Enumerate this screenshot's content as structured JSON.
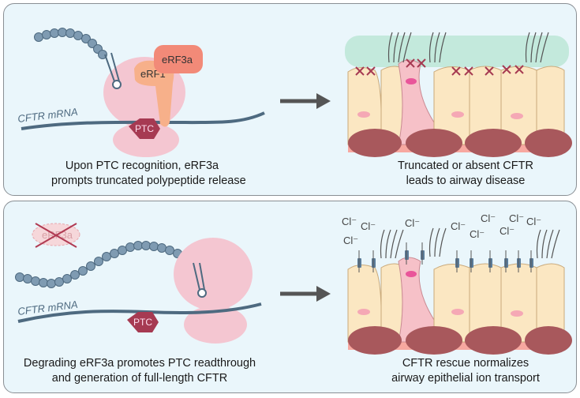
{
  "top_panel": {
    "mrna_label": "CFTR mRNA",
    "ptc_label": "PTC",
    "erf1_label": "eRF1",
    "erf3a_label": "eRF3a",
    "left_caption_line1": "Upon PTC recognition, eRF3a",
    "left_caption_line2": "prompts truncated polypeptide release",
    "right_caption_line1": "Truncated or absent CFTR",
    "right_caption_line2": "leads to airway disease"
  },
  "bottom_panel": {
    "mrna_label": "CFTR mRNA",
    "ptc_label": "PTC",
    "erf3a_crossed_label": "eRF3a",
    "chloride_label": "Cl⁻",
    "left_caption_line1": "Degrading eRF3a promotes PTC readthrough",
    "left_caption_line2": "and generation of full-length CFTR",
    "right_caption_line1": "CFTR rescue normalizes",
    "right_caption_line2": "airway epithelial ion transport"
  },
  "colors": {
    "panel_bg": "#eaf6fb",
    "panel_border": "#8a8f94",
    "ribosome": "#f4c6d1",
    "ptc": "#a63a52",
    "erf1": "#f7b08a",
    "erf3a": "#f28a78",
    "mrna": "#4e6a80",
    "bead": "#7f9bb2",
    "arrow": "#555555",
    "cell_light": "#fbe7c2",
    "goblet": "#f6c1c8",
    "basal": "#a8585c",
    "membrane": "#f7a8a0",
    "mucus": "#bfe8d8",
    "cftr_channel": "#5b7c99"
  }
}
